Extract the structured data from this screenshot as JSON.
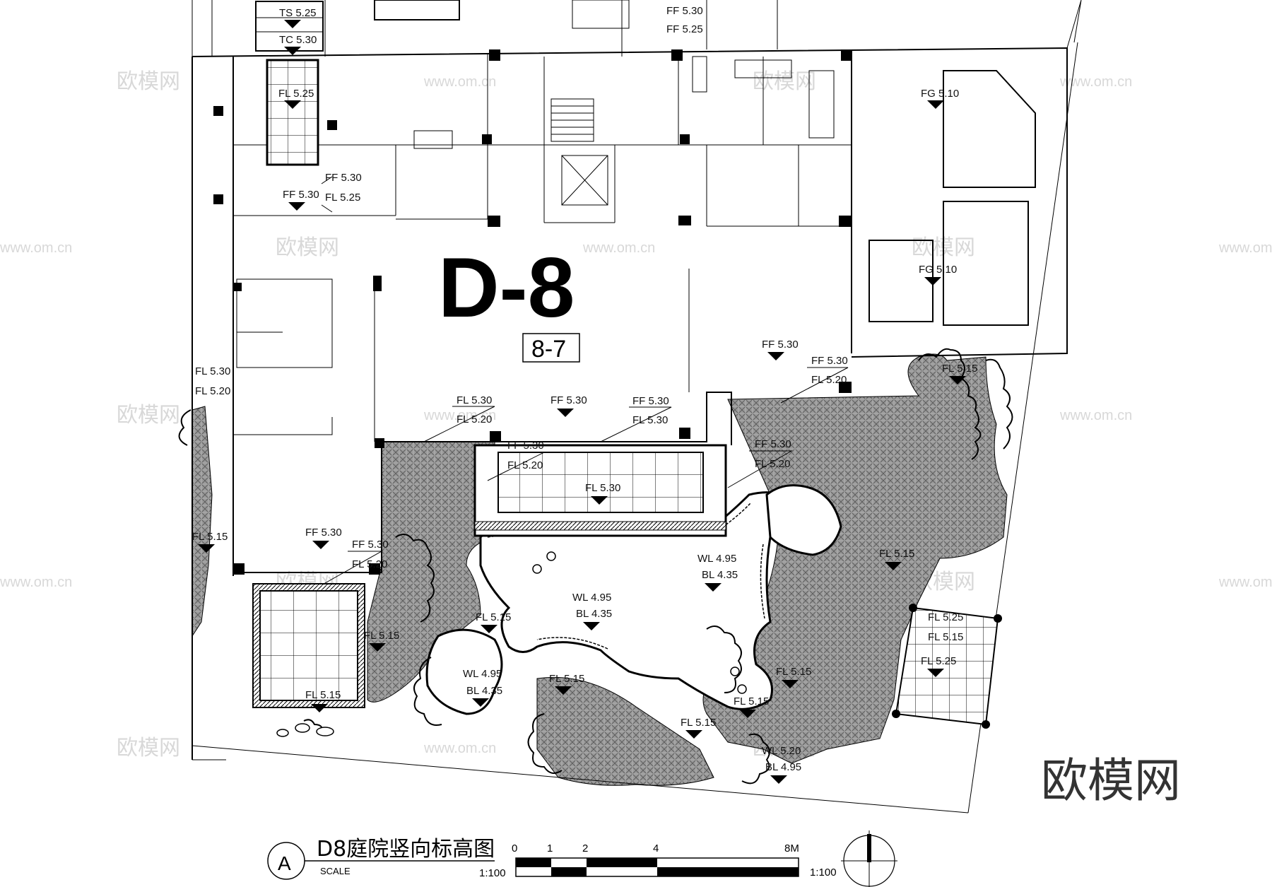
{
  "plan": {
    "unit_label": "D-8",
    "unit_number": "8-7",
    "drawing_title": "D8庭院竖向标高图",
    "section_marker": "A",
    "scale_word": "SCALE",
    "scale_ratio_left": "1:100",
    "scale_ratio_right": "1:100",
    "scale_ticks": [
      "0",
      "1",
      "2",
      "4",
      "8M"
    ],
    "brand_watermark": "欧模网",
    "watermark_text": "欧模网",
    "watermark_url": "www.om.cn"
  },
  "elevations": [
    {
      "id": "ts-525",
      "text": "TS 5.25"
    },
    {
      "id": "tc-530",
      "text": "TC 5.30"
    },
    {
      "id": "fl-525-a",
      "text": "FL 5.25"
    },
    {
      "id": "ff-530-top",
      "text": "FF 5.30"
    },
    {
      "id": "ff-525-top",
      "text": "FF 5.25"
    },
    {
      "id": "ff-530-b",
      "text": "FF 5.30"
    },
    {
      "id": "ff-530-c",
      "text": "FF 5.30"
    },
    {
      "id": "fl-525-b",
      "text": "FL 5.25"
    },
    {
      "id": "fg-510-a",
      "text": "FG 5.10"
    },
    {
      "id": "fg-510-b",
      "text": "FG 5.10"
    },
    {
      "id": "fl-530-left",
      "text": "FL 5.30"
    },
    {
      "id": "fl-520-left",
      "text": "FL 5.20"
    },
    {
      "id": "ff-530-right",
      "text": "FF 5.30"
    },
    {
      "id": "ff-530-r2",
      "text": "FF 5.30"
    },
    {
      "id": "fl-520-r2",
      "text": "FL 5.20"
    },
    {
      "id": "fl-515-tr",
      "text": "FL 5.15"
    },
    {
      "id": "fl-530-m1",
      "text": "FL 5.30"
    },
    {
      "id": "fl-520-m1",
      "text": "FL 5.20"
    },
    {
      "id": "ff-530-m2",
      "text": "FF 5.30"
    },
    {
      "id": "ff-530-m3",
      "text": "FF 5.30"
    },
    {
      "id": "fl-530-m3",
      "text": "FL 5.30"
    },
    {
      "id": "ff-530-m4",
      "text": "FF 5.30"
    },
    {
      "id": "fl-520-m4",
      "text": "FL 5.20"
    },
    {
      "id": "ff-530-m5",
      "text": "FF 5.30"
    },
    {
      "id": "fl-520-m5",
      "text": "FL 5.20"
    },
    {
      "id": "fl-530-terr",
      "text": "FL 5.30"
    },
    {
      "id": "fl-515-left",
      "text": "FL 5.15"
    },
    {
      "id": "ff-530-low",
      "text": "FF 5.30"
    },
    {
      "id": "ff-530-low2",
      "text": "FF 5.30"
    },
    {
      "id": "fl-520-low2",
      "text": "FL 5.20"
    },
    {
      "id": "wl-495-a",
      "text": "WL 4.95"
    },
    {
      "id": "bl-435-a",
      "text": "BL 4.35"
    },
    {
      "id": "wl-495-b",
      "text": "WL 4.95"
    },
    {
      "id": "bl-435-b",
      "text": "BL 4.35"
    },
    {
      "id": "fl-515-r",
      "text": "FL 5.15"
    },
    {
      "id": "fl-525-r1",
      "text": "FL 5.25"
    },
    {
      "id": "fl-515-r1",
      "text": "FL 5.15"
    },
    {
      "id": "fl-525-r2",
      "text": "FL 5.25"
    },
    {
      "id": "fl-515-p1",
      "text": "FL 5.15"
    },
    {
      "id": "fl-515-p2",
      "text": "FL 5.15"
    },
    {
      "id": "wl-495-c",
      "text": "WL 4.95"
    },
    {
      "id": "bl-435-c",
      "text": "BL 4.35"
    },
    {
      "id": "fl-515-p3",
      "text": "FL 5.15"
    },
    {
      "id": "fl-515-p4",
      "text": "FL 5.15"
    },
    {
      "id": "fl-515-p5",
      "text": "FL 5.15"
    },
    {
      "id": "fl-515-p6",
      "text": "FL 5.15"
    },
    {
      "id": "fl-515-sq",
      "text": "FL 5.15"
    },
    {
      "id": "wl-520",
      "text": "WL 5.20"
    },
    {
      "id": "bl-495",
      "text": "BL 4.95"
    }
  ]
}
